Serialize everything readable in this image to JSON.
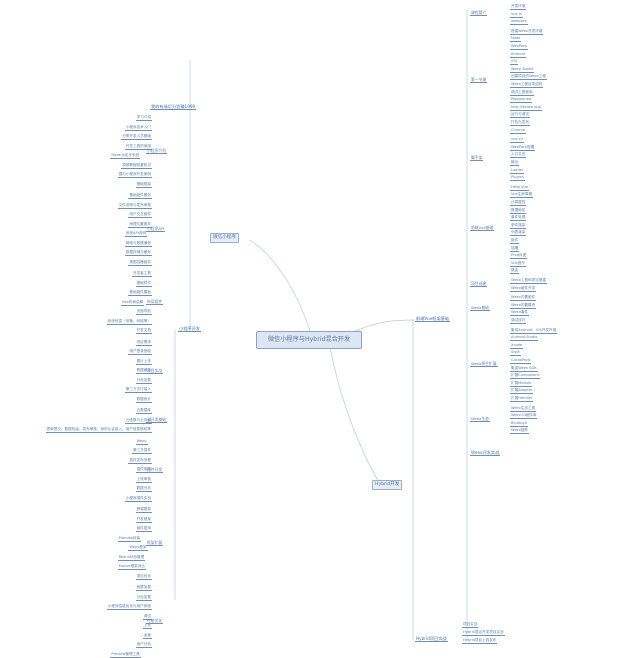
{
  "root": {
    "label": "微信小程序与Hybrid混合开发"
  },
  "mini_program": {
    "label": "微信小程序",
    "top_note": "我的有缘尼分旨赚1999",
    "children": [
      {
        "label": "小程序开发",
        "groups": [
          {
            "label": "小程序介绍",
            "items": [
              "学习介绍",
              "小程序技术入门",
              "分享开发人员基础",
              "开发工具的使用",
              "Node.js初步系统",
              "视频教程前置知识",
              "国内小程序开发案例",
              "基础框架"
            ]
          },
          {
            "label": "小程序API",
            "items": [
              "基础组件服务",
              "文件说明与发布审核",
              "用户交互组件",
              "地理位置服务",
              "系统API说明",
              "网络与数据通信",
              "数据存储与缓存",
              "视图容器组件"
            ]
          },
          {
            "label": "布局组件",
            "items": [
              "开发者工具",
              "基础样式",
              "基础组件模板",
              "flex布局讲解",
              "页面导航",
              "系统信息（设备、网络等）",
              "开发文档"
            ]
          },
          {
            "label": "项目实战",
            "items": [
              "项目需求",
              "用户登录授权",
              "图片上传",
              "数据缓存",
              "分页加载",
              "第三方支付接入",
              "数据统计"
            ]
          },
          {
            "label": "云开发基础",
            "items": [
              "云数据库",
              "云函数与云存储",
              "表单提交、数据验证、发布审核、身份认证接入、用户信息授权等"
            ]
          },
          {
            "label": "插件开发",
            "items": [
              "Wepy",
              "第三方插件",
              "插件发布流程",
              "插件使用",
              "上线审核",
              "数据分析",
              "小程序插件实战"
            ]
          },
          {
            "label": "框架扩展",
            "items": [
              "跨端框架",
              "开发框架",
              "组件复用",
              "Promise封装",
              "Wepy框架",
              "Redux状态管理",
              "Mpvue框架对比",
              "项目优化"
            ]
          },
          {
            "label": "性能优化",
            "items": [
              "首屏加载",
              "分包加载",
              "小程序性能优化与用户体验",
              "调试",
              "上线",
              "运营",
              "用户分析",
              "Preview管理工具"
            ]
          }
        ]
      }
    ]
  },
  "hybrid": {
    "label": "Hybrid开发",
    "children": [
      {
        "label": "前端Vue框架基础",
        "groups": [
          {
            "label": "课程简介",
            "items": [
              "开发环境",
              "Vue.js",
              "webpack"
            ]
          },
          {
            "label": "第一节课",
            "items": [
              "搭建Weex开发环境",
              "Node",
              "WebPack",
              "Android",
              "iOS",
              "Weex Toolkit",
              "创建项目的Weex工程",
              "Weex工程目录结构",
              "调试工具使用",
              "Playground",
              "http://dotwe.org/",
              "运行与调试",
              "打包与发布",
              "Chrome"
            ]
          },
          {
            "label": "脚手架",
            "items": [
              "vue-cli",
              "WebPack配置",
              "入口文件",
              "输出",
              "Loader",
              "Plugins"
            ]
          },
          {
            "label": "前端Vue基础",
            "items": [
              "Hello Vue",
              "Vue生命周期",
              "计算属性",
              "数据绑定",
              "事件处理",
              "条件渲染",
              "列表渲染",
              "组件",
              "插槽",
              "Prop传递",
              "Vue指令",
              "路由"
            ]
          }
        ]
      },
      {
        "label": "Weex开发实战",
        "groups": [
          {
            "label": "项目创建",
            "items": [
              "Weex工具和项目搭建",
              "Weex组件开发"
            ]
          },
          {
            "label": "Weex基础",
            "items": [
              "Weex内置组件",
              "Weex内置模块",
              "Weex事件",
              "调试技巧"
            ]
          },
          {
            "label": "Weex原生扩展",
            "items": [
              "集成Android、iOS开发环境",
              "Android Studio",
              "Xcode",
              "Swift",
              "CocoaPods",
              "集成Weex SDK",
              "扩展Component",
              "扩展Module",
              "扩展Adapter",
              "扩展Handler"
            ]
          },
          {
            "label": "Weex生态",
            "items": [
              "Weex生态工具",
              "Weex UI组件库",
              "BindingX",
              "Weex插件"
            ]
          }
        ]
      },
      {
        "label": "Hybrid项目实战",
        "items": [
          "项目实战",
          "Hybrid混合开发项目实战",
          "Hybrid项目上线发布"
        ]
      }
    ]
  },
  "colors": {
    "line": "#a9bcd4",
    "text": "#5b7ea8",
    "root_bg": "#dde6f3",
    "root_border": "#8aa3c6"
  }
}
